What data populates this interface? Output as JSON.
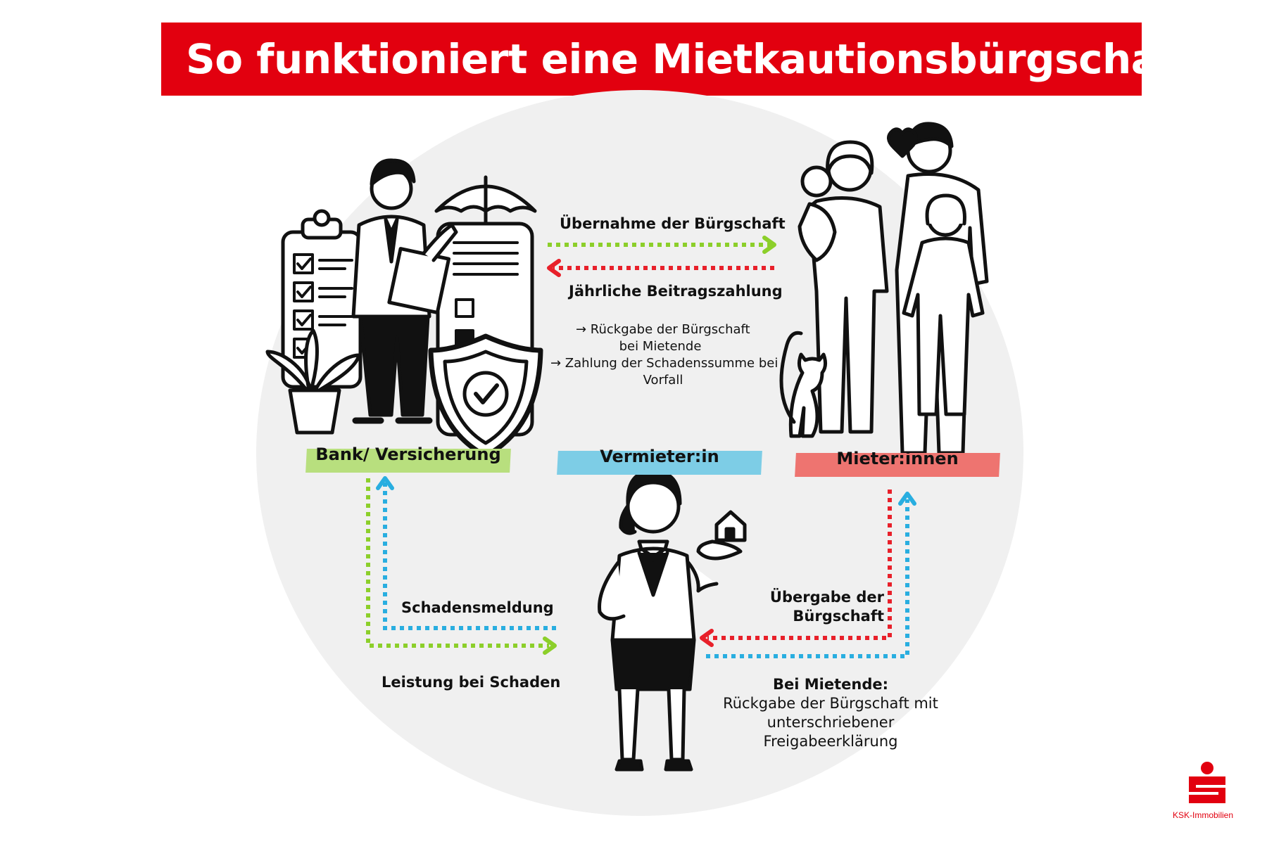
{
  "title": "So funktioniert eine Mietkautionsbürgschaft",
  "colors": {
    "red": "#e2000f",
    "green": "#8ccf2a",
    "blue": "#29aee0",
    "arrow_red": "#e8202a",
    "bg_circle": "#f0f0f0"
  },
  "parties": {
    "bank": "Bank/ Versicherung",
    "landlord": "Vermieter:in",
    "tenants": "Mieter:innen"
  },
  "flows": {
    "guarantee_takeover": "Übernahme der Bürgschaft",
    "annual_fee": "Jährliche Beitragszahlung",
    "bank_notes": [
      "→ Rückgabe der Bürgschaft",
      "bei Mietende",
      "→ Zahlung der Schadenssumme bei",
      "Vorfall"
    ],
    "damage_report": "Schadensmeldung",
    "damage_payment": "Leistung bei Schaden",
    "handover": [
      "Übergabe der",
      "Bürgschaft"
    ],
    "lease_end_title": "Bei Mietende:",
    "lease_end_text": [
      "Rückgabe der Bürgschaft mit",
      "unterschriebener",
      "Freigabeerklärung"
    ]
  },
  "logo": {
    "name": "sparkasse-logo",
    "caption": "KSK-Immobilien"
  }
}
